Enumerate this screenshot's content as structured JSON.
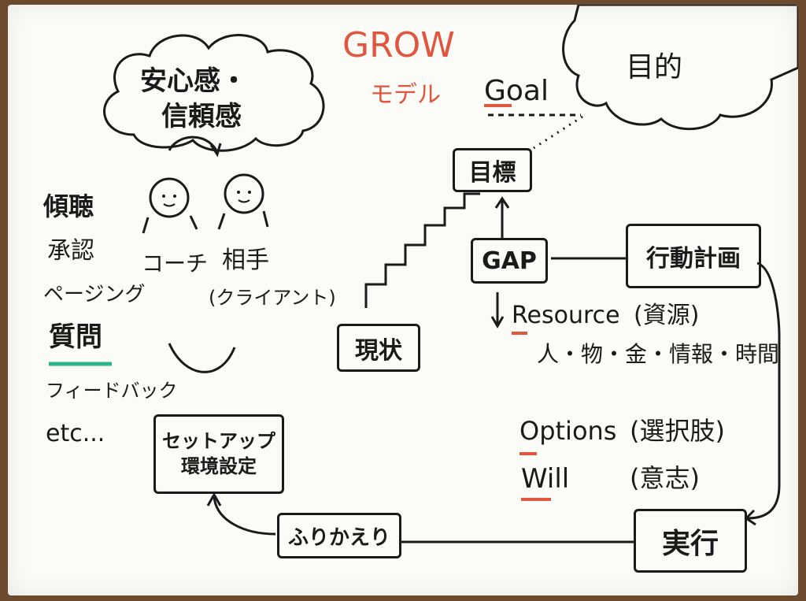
{
  "title": {
    "line1": "GROW",
    "line2": "モデル",
    "goal": "Goal"
  },
  "cloud_left": {
    "line1": "安心感・",
    "line2": "信頼感"
  },
  "cloud_right": {
    "text": "目的"
  },
  "people": {
    "coach": "コーチ",
    "partner": "相手",
    "partner_sub": "(クライアント)"
  },
  "skills": [
    "傾聴",
    "承認",
    "ページング",
    "質問",
    "フィードバック",
    "etc..."
  ],
  "boxes": {
    "mokuhyo": "目標",
    "gap": "GAP",
    "genjo": "現状",
    "plan": "行動計画",
    "setup_line1": "セットアップ",
    "setup_line2": "環境設定",
    "furikaeri": "ふりかえり",
    "jikko": "実行"
  },
  "resource": {
    "label": "Resource",
    "paren": "(資源)",
    "items": "人・物・金・情報・時間"
  },
  "options": {
    "label": "Options",
    "paren": "(選択肢)"
  },
  "will": {
    "label": "Will",
    "paren": "(意志)"
  },
  "colors": {
    "ink": "#1a1a1a",
    "red": "#e0563f",
    "green": "#2bb58a",
    "board": "#fbfbf8"
  }
}
